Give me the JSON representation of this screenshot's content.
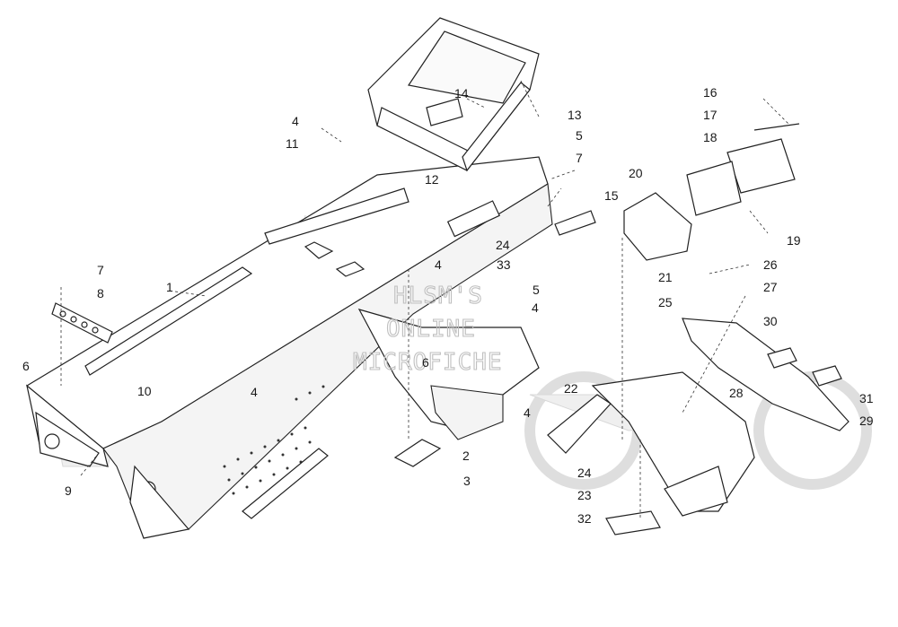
{
  "watermark": {
    "lines": [
      "HLSM'S",
      "ONLINE",
      "MICROFICHE"
    ]
  },
  "callouts": [
    {
      "id": "c1",
      "text": "1"
    },
    {
      "id": "c2",
      "text": "2"
    },
    {
      "id": "c3",
      "text": "3"
    },
    {
      "id": "c4a",
      "text": "4"
    },
    {
      "id": "c4b",
      "text": "4"
    },
    {
      "id": "c4c",
      "text": "4"
    },
    {
      "id": "c4d",
      "text": "4"
    },
    {
      "id": "c4e",
      "text": "4"
    },
    {
      "id": "c5a",
      "text": "5"
    },
    {
      "id": "c5b",
      "text": "5"
    },
    {
      "id": "c6a",
      "text": "6"
    },
    {
      "id": "c6b",
      "text": "6"
    },
    {
      "id": "c7a",
      "text": "7"
    },
    {
      "id": "c7b",
      "text": "7"
    },
    {
      "id": "c8",
      "text": "8"
    },
    {
      "id": "c9",
      "text": "9"
    },
    {
      "id": "c10",
      "text": "10"
    },
    {
      "id": "c11",
      "text": "11"
    },
    {
      "id": "c12",
      "text": "12"
    },
    {
      "id": "c13",
      "text": "13"
    },
    {
      "id": "c14",
      "text": "14"
    },
    {
      "id": "c15",
      "text": "15"
    },
    {
      "id": "c16",
      "text": "16"
    },
    {
      "id": "c17",
      "text": "17"
    },
    {
      "id": "c18",
      "text": "18"
    },
    {
      "id": "c19",
      "text": "19"
    },
    {
      "id": "c20",
      "text": "20"
    },
    {
      "id": "c21",
      "text": "21"
    },
    {
      "id": "c22",
      "text": "22"
    },
    {
      "id": "c23",
      "text": "23"
    },
    {
      "id": "c24a",
      "text": "24"
    },
    {
      "id": "c24b",
      "text": "24"
    },
    {
      "id": "c25",
      "text": "25"
    },
    {
      "id": "c26",
      "text": "26"
    },
    {
      "id": "c27",
      "text": "27"
    },
    {
      "id": "c28",
      "text": "28"
    },
    {
      "id": "c29",
      "text": "29"
    },
    {
      "id": "c30",
      "text": "30"
    },
    {
      "id": "c31",
      "text": "31"
    },
    {
      "id": "c32",
      "text": "32"
    },
    {
      "id": "c33",
      "text": "33"
    }
  ]
}
